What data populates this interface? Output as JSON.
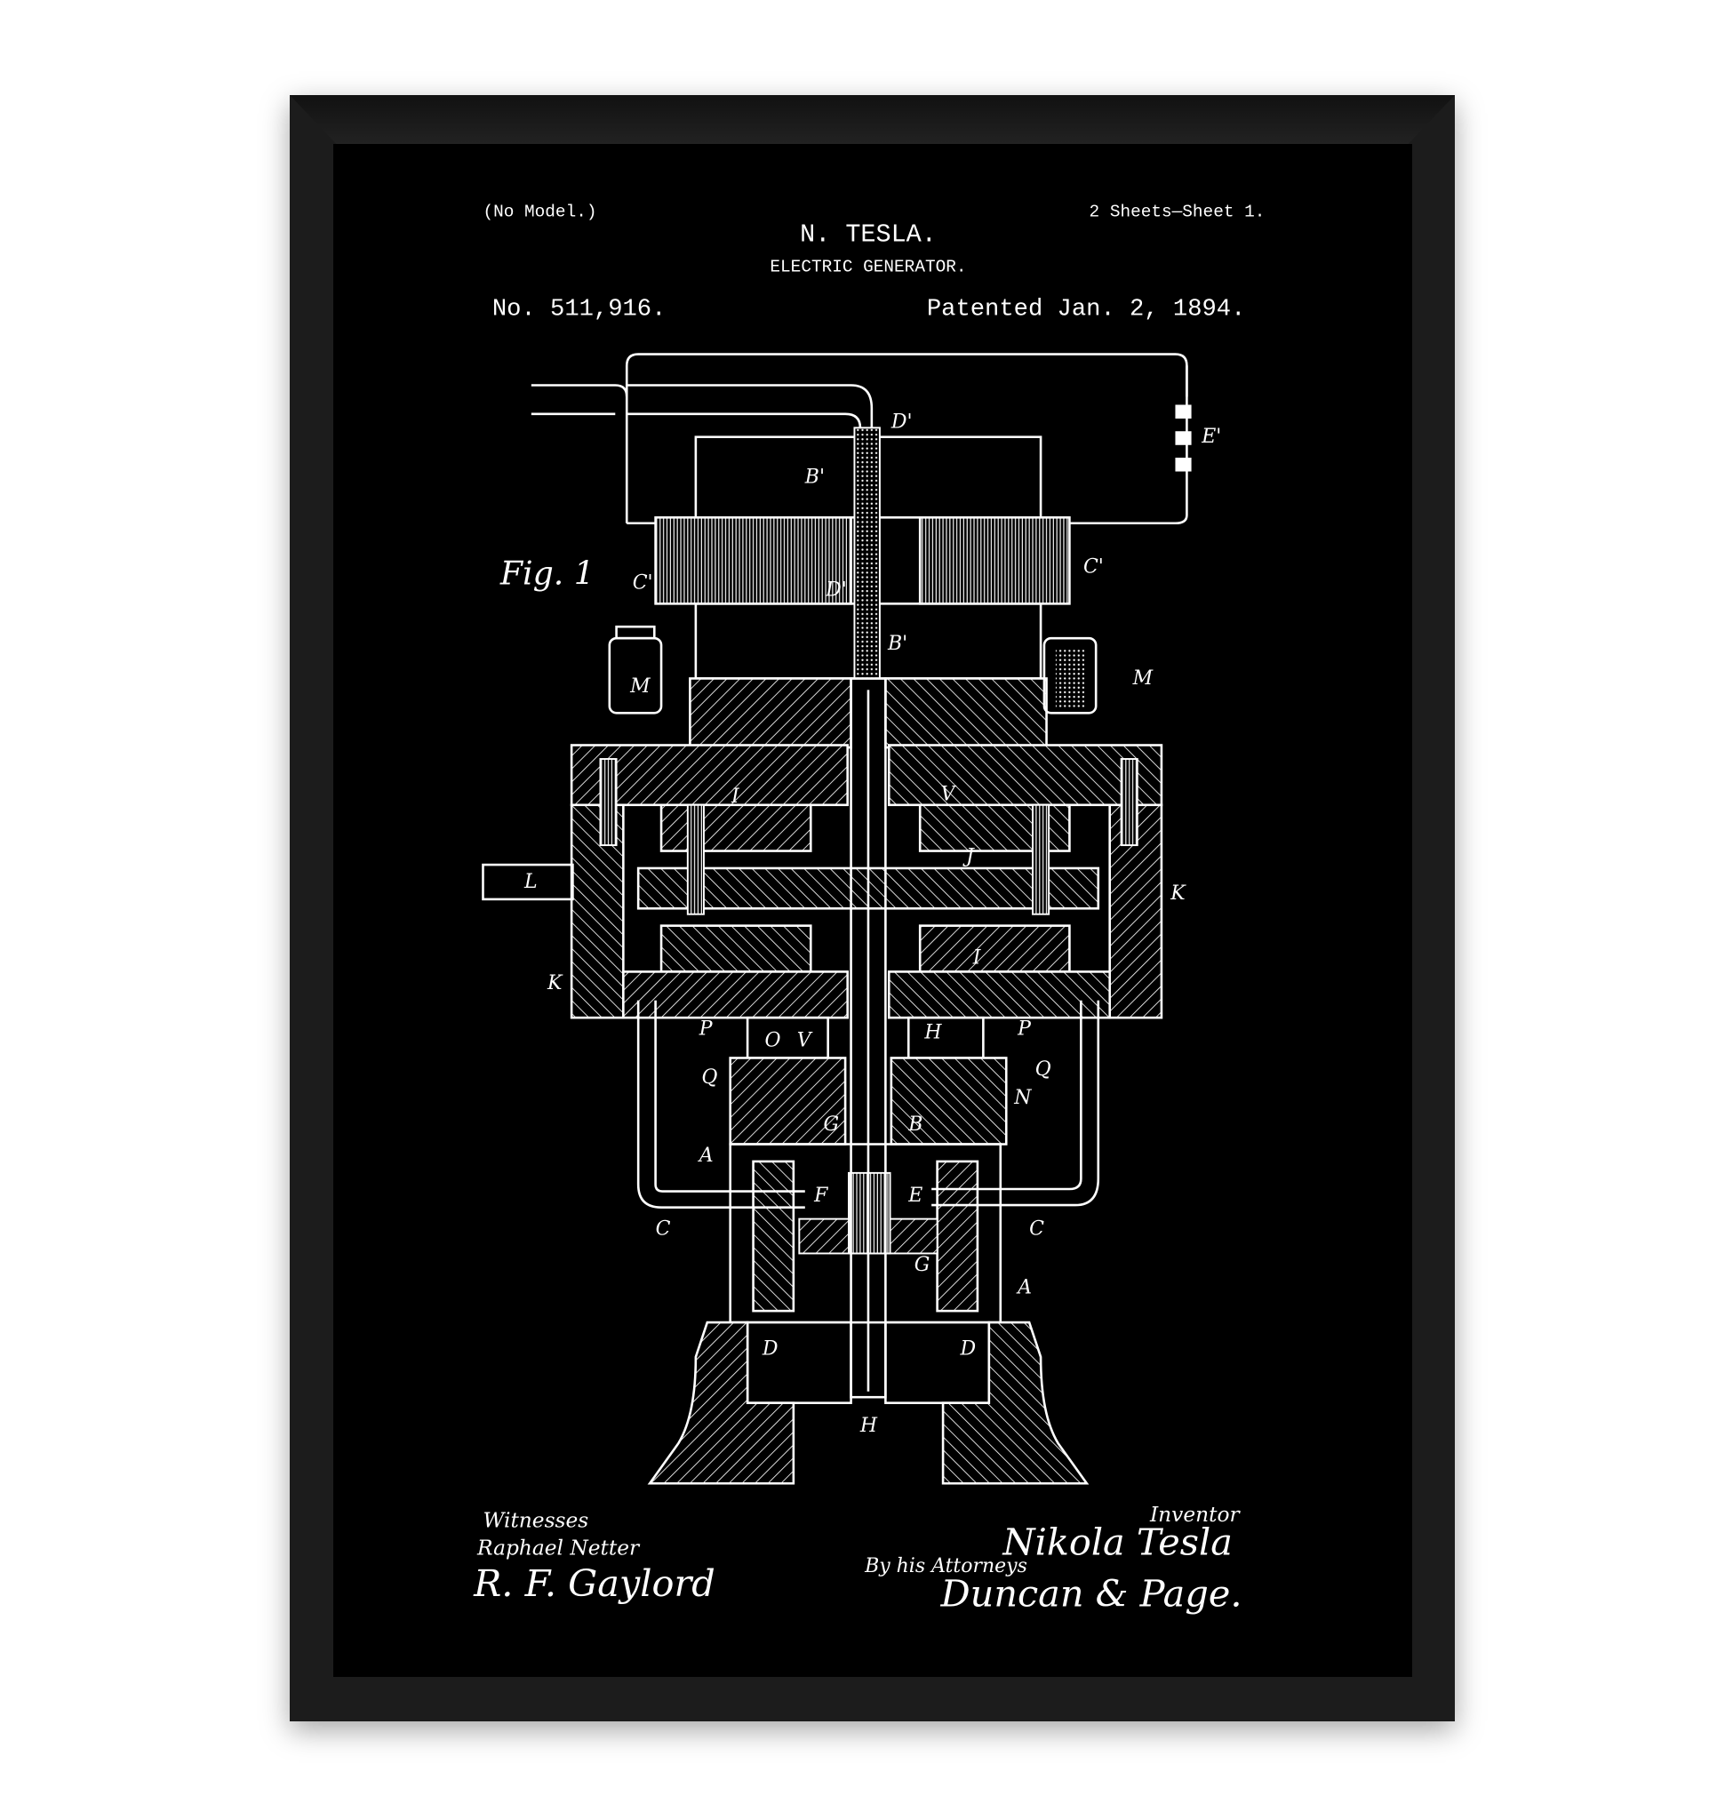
{
  "header": {
    "no_model": "(No Model.)",
    "sheets": "2 Sheets—Sheet 1.",
    "inventor_name": "N. TESLA.",
    "title": "ELECTRIC GENERATOR.",
    "patent_number": "No. 511,916.",
    "patent_date": "Patented Jan. 2, 1894."
  },
  "figure": {
    "caption": "Fig. 1",
    "labels": [
      "D'",
      "E'",
      "B'",
      "C'",
      "C'",
      "D'",
      "B'",
      "M",
      "M",
      "I",
      "V",
      "J",
      "L",
      "K",
      "K",
      "I",
      "P",
      "P",
      "O",
      "V",
      "H",
      "Q",
      "Q",
      "N",
      "G",
      "B",
      "A",
      "F",
      "E",
      "C",
      "C",
      "G",
      "A",
      "D",
      "D",
      "H"
    ]
  },
  "footer": {
    "witnesses_heading": "Witnesses",
    "witness_1": "Raphael Netter",
    "witness_2": "R. F. Gaylord",
    "inventor_heading": "Inventor",
    "inventor_signature": "Nikola Tesla",
    "attorneys_heading": "By his Attorneys",
    "attorneys_signature": "Duncan & Page."
  }
}
